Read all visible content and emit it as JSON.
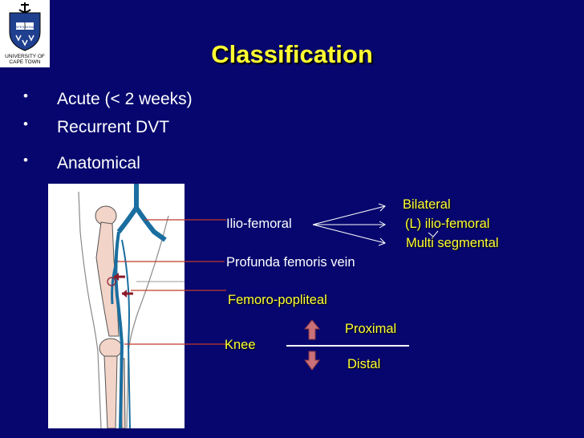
{
  "logo": {
    "line1": "UNIVERSITY OF",
    "line2": "CAPE TOWN",
    "motto": "SPES BONA"
  },
  "slide": {
    "title": "Classification",
    "bullets": [
      "Acute (< 2 weeks)",
      "Recurrent DVT",
      "Anatomical"
    ]
  },
  "labels": {
    "ilio_femoral": "Ilio-femoral",
    "bilateral": "Bilateral",
    "l_ilio_femoral": "(L) ilio-femoral",
    "multi_segmental": "Multi segmental",
    "profunda": "Profunda femoris vein",
    "femoro_popliteal": "Femoro-popliteal",
    "knee": "Knee",
    "proximal": "Proximal",
    "distal": "Distal"
  },
  "colors": {
    "background": "#06066e",
    "title": "#ffff33",
    "pointer_line": "#c0392b",
    "vein": "#1a6ea0",
    "arrow_fill": "#c9707a"
  }
}
